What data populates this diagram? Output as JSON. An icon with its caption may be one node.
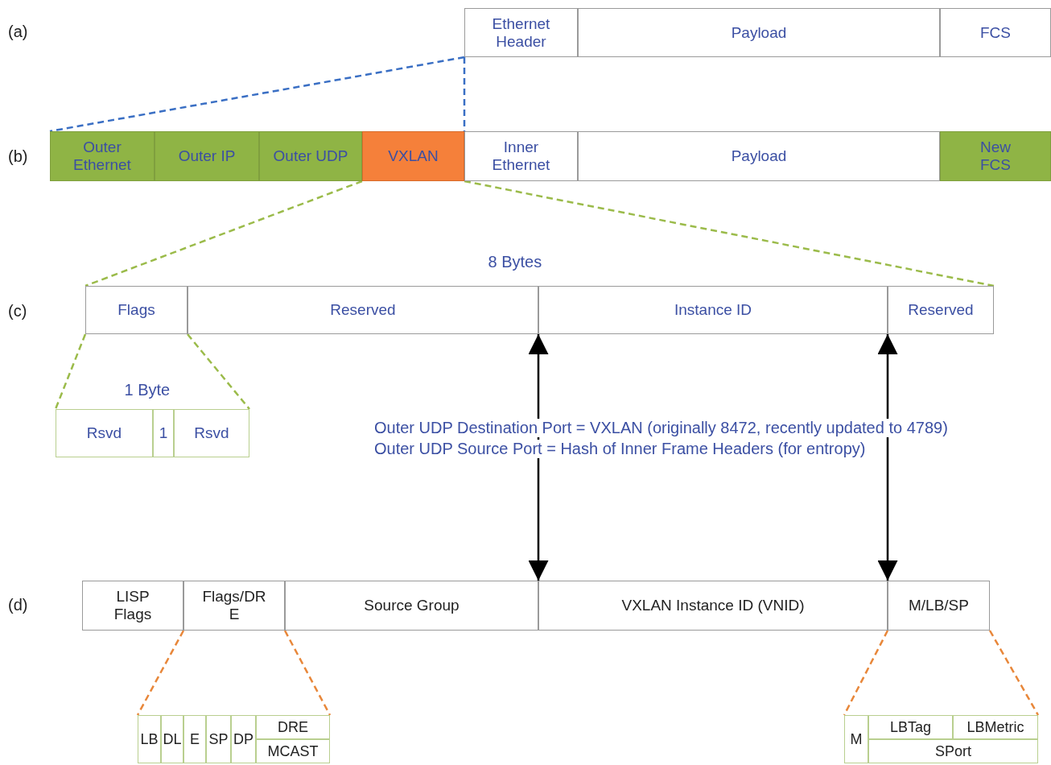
{
  "diagram": {
    "nodes": [
      {
        "text": [
          "Ethernet Header"
        ]
      },
      {
        "text": [
          "Payload"
        ]
      },
      {
        "text": [
          "FCS"
        ]
      },
      {
        "text": [
          "Outer Ethernet"
        ]
      },
      {
        "text": [
          "Outer IP"
        ]
      },
      {
        "text": [
          "Outer UDP"
        ]
      },
      {
        "text": [
          "VXLAN"
        ]
      },
      {
        "text": [
          "Inner Ethernet"
        ]
      },
      {
        "text": [
          "Payload"
        ]
      },
      {
        "text": [
          "New FCS"
        ]
      },
      {
        "text": [
          "Flags"
        ]
      },
      {
        "text": [
          "Reserved"
        ]
      },
      {
        "text": [
          "Instance ID"
        ]
      },
      {
        "text": [
          "Reserved"
        ]
      },
      {
        "text": [
          "Rsvd"
        ]
      },
      {
        "text": [
          "1"
        ]
      },
      {
        "text": [
          "Rsvd"
        ]
      },
      {
        "text": [
          "LISP Flags"
        ]
      },
      {
        "text": [
          "Flags/DR E"
        ]
      },
      {
        "text": [
          "Source Group"
        ]
      },
      {
        "text": [
          "VXLAN Instance ID (VNID)"
        ]
      },
      {
        "text": [
          "M/LB/SP"
        ]
      },
      {
        "text": [
          "LB"
        ]
      },
      {
        "text": [
          "DL"
        ]
      },
      {
        "text": [
          "E"
        ]
      },
      {
        "text": [
          "SP"
        ]
      },
      {
        "text": [
          "DP"
        ]
      },
      {
        "text": [
          "DRE"
        ]
      },
      {
        "text": [
          "MCAST"
        ]
      },
      {
        "text": [
          "M"
        ]
      },
      {
        "text": [
          "LBTag"
        ]
      },
      {
        "text": [
          "LBMetric"
        ]
      },
      {
        "text": [
          "SPort"
        ]
      }
    ],
    "edges": [
      {
        "from": 0,
        "to": 3,
        "arrow": "none",
        "style": "dashed",
        "color": "#3a6fc4"
      },
      {
        "from": 0,
        "to": 6,
        "arrow": "none",
        "style": "dashed",
        "color": "#3a6fc4"
      },
      {
        "from": 6,
        "to": 10,
        "arrow": "none",
        "style": "dashed",
        "color": "#9bbb4a"
      },
      {
        "from": 6,
        "to": 13,
        "arrow": "none",
        "style": "dashed",
        "color": "#9bbb4a"
      },
      {
        "from": 10,
        "to": 14,
        "arrow": "none",
        "style": "dashed",
        "color": "#9bbb4a"
      },
      {
        "from": 10,
        "to": 16,
        "arrow": "none",
        "style": "dashed",
        "color": "#9bbb4a"
      },
      {
        "from": 12,
        "to": 20,
        "arrow": "both",
        "color": "#000000"
      },
      {
        "from": 12,
        "to": 20,
        "arrow": "both",
        "color": "#000000"
      },
      {
        "from": 18,
        "to": 22,
        "arrow": "none",
        "style": "dashed",
        "color": "#e8873a"
      },
      {
        "from": 18,
        "to": 27,
        "arrow": "none",
        "style": "dashed",
        "color": "#e8873a"
      },
      {
        "from": 21,
        "to": 29,
        "arrow": "none",
        "style": "dashed",
        "color": "#e8873a"
      },
      {
        "from": 21,
        "to": 31,
        "arrow": "none",
        "style": "dashed",
        "color": "#e8873a"
      }
    ],
    "labels": [
      "(a)",
      "(b)",
      "8 Bytes",
      "(c)",
      "1 Byte",
      "Outer UDP Destination Port = VXLAN (originally 8472, recently updated to 4789)",
      "Outer UDP Source Port = Hash of Inner Frame Headers (for entropy)",
      "(d)"
    ]
  }
}
